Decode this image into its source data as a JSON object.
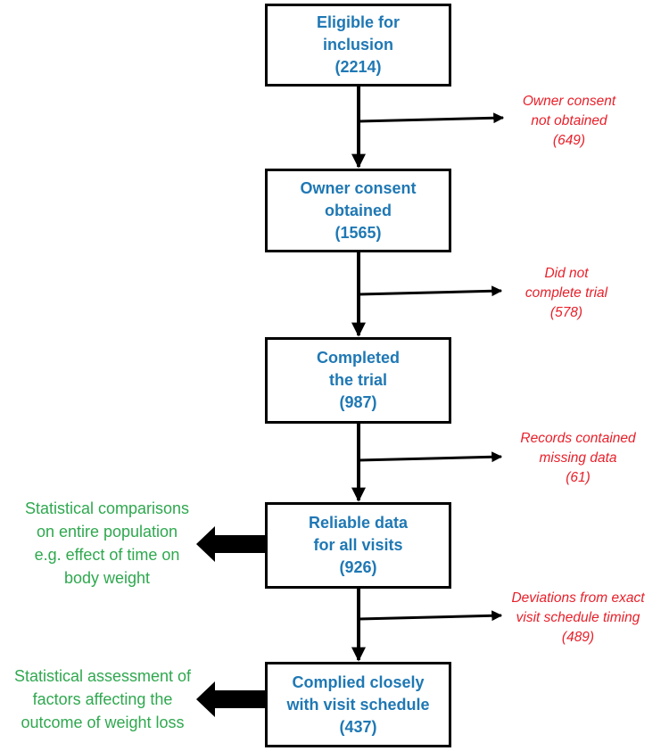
{
  "flow_boxes": [
    {
      "lines": [
        "Eligible for",
        "inclusion",
        "(2214)"
      ]
    },
    {
      "lines": [
        "Owner consent",
        "obtained",
        "(1565)"
      ]
    },
    {
      "lines": [
        "Completed",
        "the trial",
        "(987)"
      ]
    },
    {
      "lines": [
        "Reliable data",
        "for all visits",
        "(926)"
      ]
    },
    {
      "lines": [
        "Complied closely",
        "with visit schedule",
        "(437)"
      ]
    }
  ],
  "exclusions": [
    {
      "lines": [
        "Owner consent",
        "not obtained",
        "(649)"
      ]
    },
    {
      "lines": [
        "Did not",
        "complete trial",
        "(578)"
      ]
    },
    {
      "lines": [
        "Records contained",
        "missing data",
        "(61)"
      ]
    },
    {
      "lines": [
        "Deviations from exact",
        "visit schedule timing",
        "(489)"
      ]
    }
  ],
  "analyses": [
    {
      "lines": [
        "Statistical comparisons",
        "on entire population",
        "e.g. effect of time on",
        "body weight"
      ]
    },
    {
      "lines": [
        "Statistical assessment of",
        "factors affecting the",
        "outcome of weight loss"
      ]
    }
  ],
  "colors": {
    "box_text": "#1f78b4",
    "exclusion_text": "#e8202a",
    "analysis_text": "#2fa84f",
    "lines": "#000000"
  }
}
